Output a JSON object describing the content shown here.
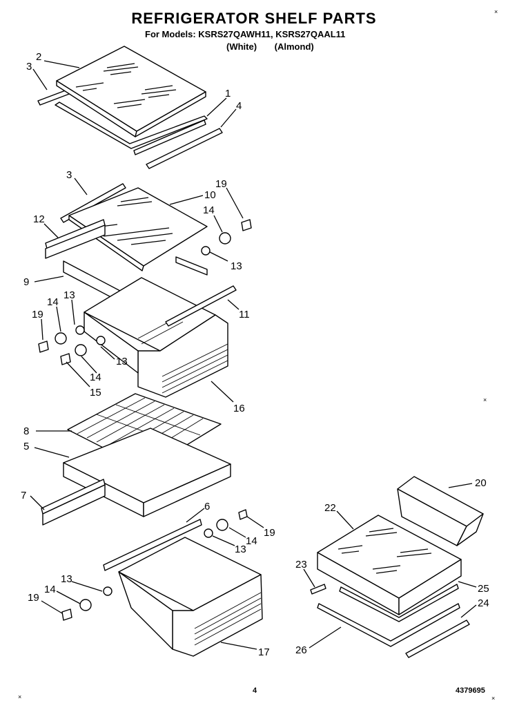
{
  "header": {
    "title": "REFRIGERATOR SHELF PARTS",
    "models_line": "For Models: KSRS27QAWH11, KSRS27QAAL11",
    "color_white": "(White)",
    "color_almond": "(Almond)"
  },
  "footer": {
    "page_number": "4",
    "document_number": "4379695"
  },
  "corner_marks": [
    "×",
    "×",
    "×",
    "×"
  ],
  "callouts": [
    {
      "id": "c1",
      "text": "1"
    },
    {
      "id": "c2",
      "text": "2"
    },
    {
      "id": "c3a",
      "text": "3"
    },
    {
      "id": "c4",
      "text": "4"
    },
    {
      "id": "c3b",
      "text": "3"
    },
    {
      "id": "c10",
      "text": "10"
    },
    {
      "id": "c19a",
      "text": "19"
    },
    {
      "id": "c14a",
      "text": "14"
    },
    {
      "id": "c12",
      "text": "12"
    },
    {
      "id": "c13a",
      "text": "13"
    },
    {
      "id": "c9",
      "text": "9"
    },
    {
      "id": "c13b",
      "text": "13"
    },
    {
      "id": "c14b",
      "text": "14"
    },
    {
      "id": "c19b",
      "text": "19"
    },
    {
      "id": "c11",
      "text": "11"
    },
    {
      "id": "c13c",
      "text": "13"
    },
    {
      "id": "c14c",
      "text": "14"
    },
    {
      "id": "c15",
      "text": "15"
    },
    {
      "id": "c16",
      "text": "16"
    },
    {
      "id": "c8",
      "text": "8"
    },
    {
      "id": "c5",
      "text": "5"
    },
    {
      "id": "c7",
      "text": "7"
    },
    {
      "id": "c6",
      "text": "6"
    },
    {
      "id": "c19c",
      "text": "19"
    },
    {
      "id": "c14d",
      "text": "14"
    },
    {
      "id": "c13d",
      "text": "13"
    },
    {
      "id": "c13e",
      "text": "13"
    },
    {
      "id": "c14e",
      "text": "14"
    },
    {
      "id": "c19d",
      "text": "19"
    },
    {
      "id": "c17",
      "text": "17"
    },
    {
      "id": "c20",
      "text": "20"
    },
    {
      "id": "c22",
      "text": "22"
    },
    {
      "id": "c23",
      "text": "23"
    },
    {
      "id": "c25",
      "text": "25"
    },
    {
      "id": "c24",
      "text": "24"
    },
    {
      "id": "c26",
      "text": "26"
    }
  ]
}
